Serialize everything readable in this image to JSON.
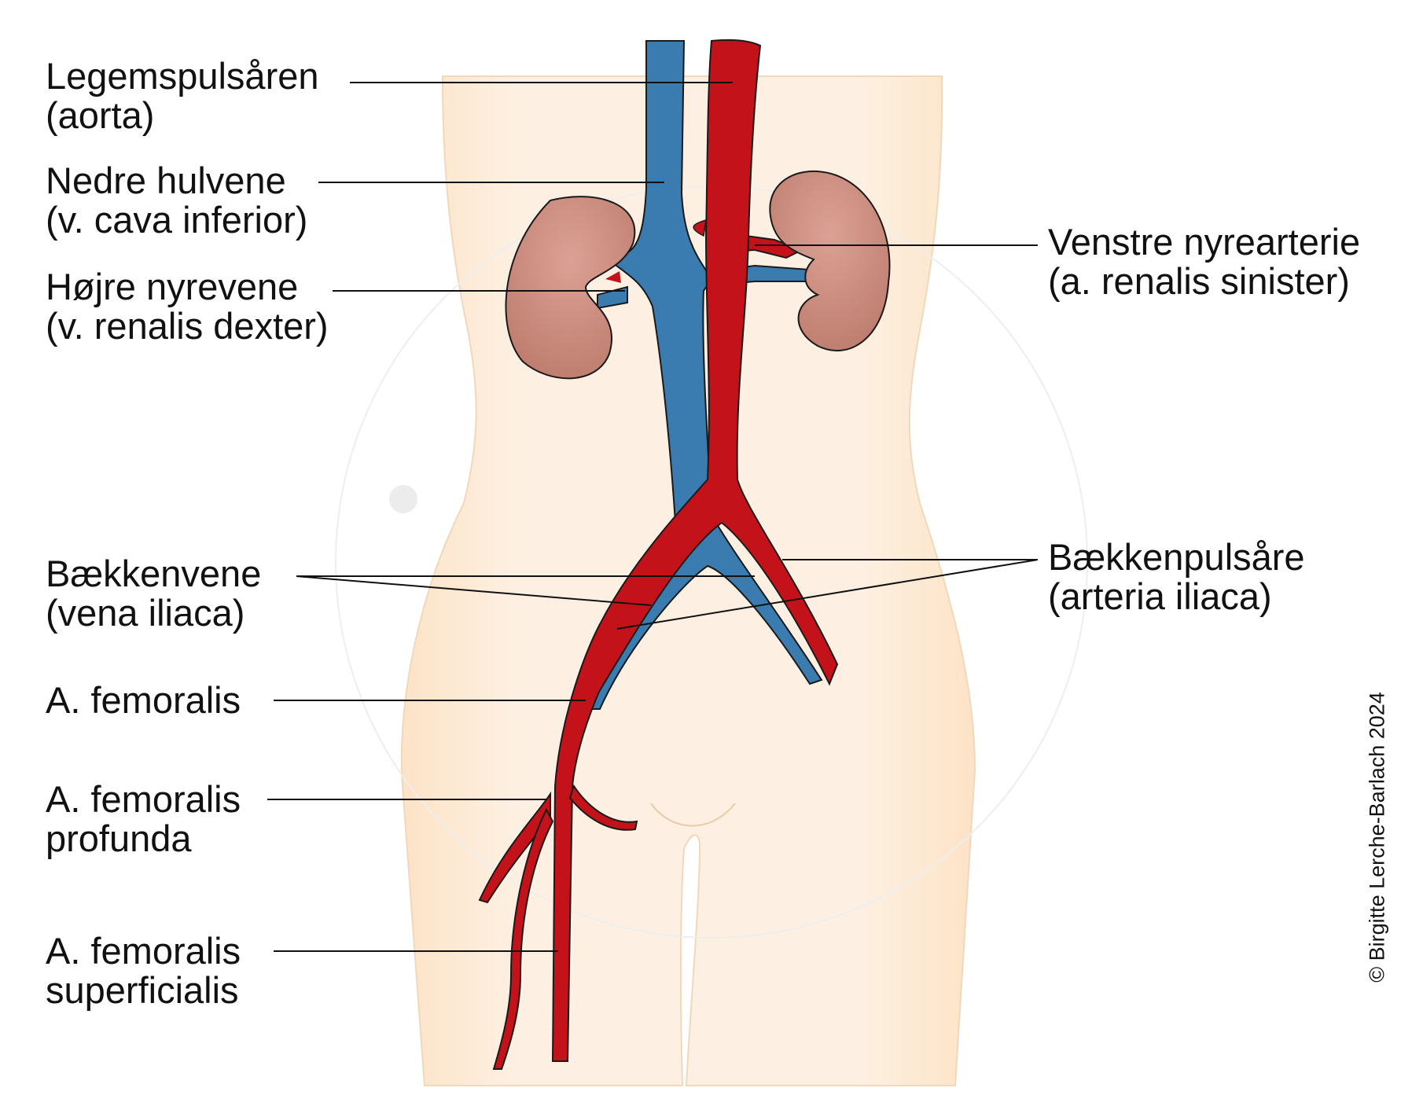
{
  "colors": {
    "artery": "#c4121a",
    "vein": "#3a7bb0",
    "kidney": "#c98a7d",
    "body": "#fdeede",
    "outline": "#1a1a1a"
  },
  "labels": {
    "aorta": [
      "Legemspulsåren",
      "(aorta)"
    ],
    "vena_cava": [
      "Nedre hulvene",
      "(v. cava inferior)"
    ],
    "renal_vein_right": [
      "Højre nyrevene",
      "(v. renalis dexter)"
    ],
    "iliac_vein": [
      "Bækkenvene",
      "(vena iliaca)"
    ],
    "femoral_artery": [
      "A. femoralis"
    ],
    "femoral_profunda": [
      "A. femoralis",
      "profunda"
    ],
    "femoral_superficialis": [
      "A. femoralis",
      "superficialis"
    ],
    "renal_artery_left": [
      "Venstre nyrearterie",
      "(a. renalis sinister)"
    ],
    "iliac_artery": [
      "Bækkenpulsåre",
      "(arteria iliaca)"
    ]
  },
  "credit": "© Birgitte Lerche-Barlach 2024"
}
